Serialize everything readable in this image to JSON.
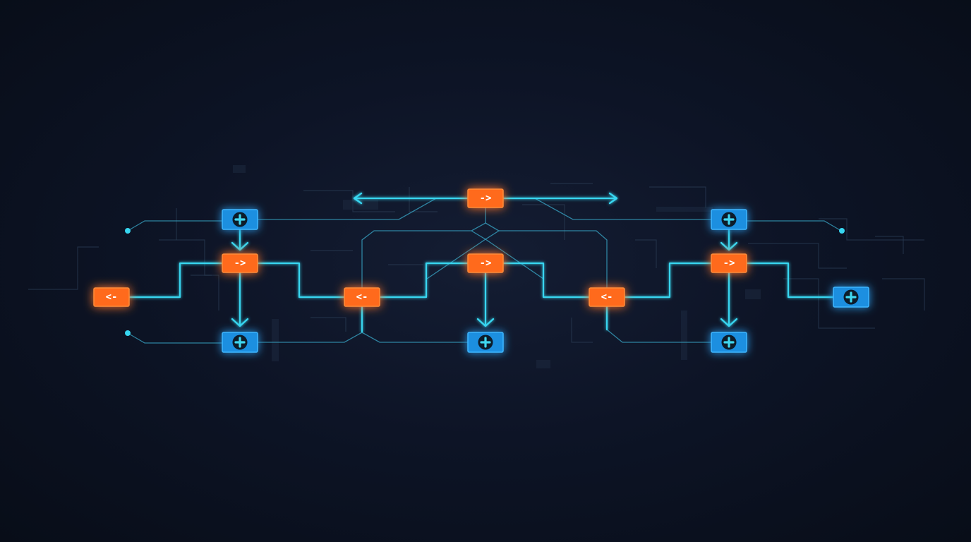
{
  "colors": {
    "background": "#0b1220",
    "orange_node": "#ff6a1f",
    "blue_node": "#1a8fe0",
    "wire": "#37d6f0"
  },
  "nodes": [
    {
      "id": "top-center",
      "kind": "orange",
      "label": "->"
    },
    {
      "id": "plus-top-left",
      "kind": "blue",
      "icon": "plus-circle-icon"
    },
    {
      "id": "plus-top-right",
      "kind": "blue",
      "icon": "plus-circle-icon"
    },
    {
      "id": "arrow-mid-left",
      "kind": "orange",
      "label": "->"
    },
    {
      "id": "arrow-mid-center",
      "kind": "orange",
      "label": "->"
    },
    {
      "id": "arrow-mid-right",
      "kind": "orange",
      "label": "->"
    },
    {
      "id": "back-far-left",
      "kind": "orange",
      "label": "<-"
    },
    {
      "id": "back-center-left",
      "kind": "orange",
      "label": "<-"
    },
    {
      "id": "back-center-right",
      "kind": "orange",
      "label": "<-"
    },
    {
      "id": "plus-far-right",
      "kind": "blue",
      "icon": "plus-circle-icon"
    },
    {
      "id": "plus-bottom-left",
      "kind": "blue",
      "icon": "plus-circle-icon"
    },
    {
      "id": "plus-bottom-center",
      "kind": "blue",
      "icon": "plus-circle-icon"
    },
    {
      "id": "plus-bottom-right",
      "kind": "blue",
      "icon": "plus-circle-icon"
    }
  ]
}
